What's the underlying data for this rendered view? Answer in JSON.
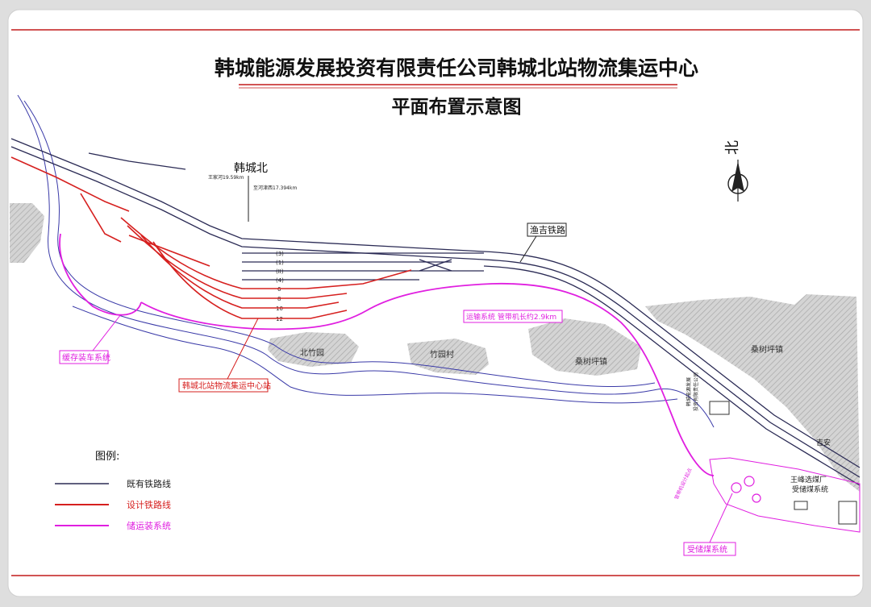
{
  "header": {
    "title": "韩城能源发展投资有限责任公司韩城北站物流集运中心",
    "subtitle": "平面布置示意图"
  },
  "north_label": "北",
  "station": {
    "name": "韩城北",
    "dist_a": "王家河19.59km",
    "dist_b": "至河津西17.394km"
  },
  "railway_name": "渔吉铁路",
  "town_labels": {
    "beizhu": "北竹园",
    "zhucun": "竹园村",
    "sangshu1": "桑树坪镇",
    "sangshu2": "桑树坪镇"
  },
  "callouts": {
    "hub": "韩城北站物流集运中心站",
    "buffer": "缓存装车系统",
    "conveyor": "运输系统  管带机长约2.9km",
    "receive": "受储煤系统",
    "plant_a": "王峰选煤厂",
    "plant_b": "受储煤系统",
    "company_a": "韩城能源发展",
    "company_b": "投资有限责任公司",
    "jiyan": "吉安",
    "conveyor_meas": "管带机设计起点"
  },
  "track_labels": [
    "(3)",
    "(1)",
    "(II)",
    "(4)",
    "6",
    "8",
    "10",
    "12"
  ],
  "legend": {
    "title": "图例:",
    "items": [
      {
        "label": "既有铁路线",
        "color": "#2b2b55"
      },
      {
        "label": "设计铁路线",
        "color": "#d6201f"
      },
      {
        "label": "储运装系统",
        "color": "#e01fe0"
      }
    ]
  },
  "colors": {
    "existing": "#2b2b55",
    "design": "#d6201f",
    "conveyor": "#e01fe0",
    "frame": "#c21a1a",
    "terrain": "#b0b0b0"
  }
}
